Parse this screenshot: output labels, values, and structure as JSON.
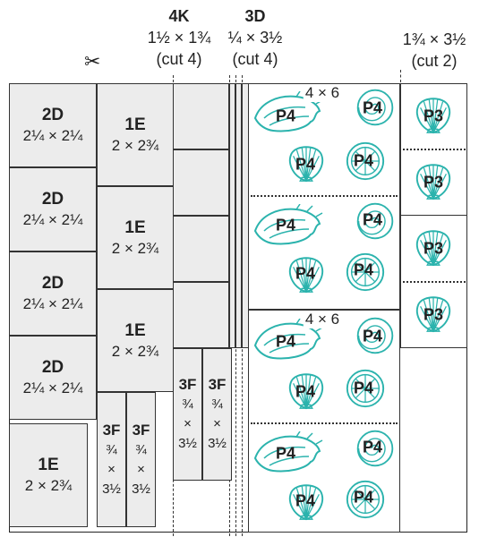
{
  "headers": [
    {
      "code": "4K",
      "size": "1½ × 1¾",
      "qty": "(cut 4)"
    },
    {
      "code": "3D",
      "size": "¼ × 3½",
      "qty": "(cut 4)"
    },
    {
      "code": "",
      "size": "1¾ × 3½",
      "qty": "(cut 2)"
    }
  ],
  "icons": {
    "cut": "scissors-icon"
  },
  "pieces": {
    "p2d_1": {
      "code": "2D",
      "size": "2¼ × 2¼"
    },
    "p2d_2": {
      "code": "2D",
      "size": "2¼ × 2¼"
    },
    "p2d_3": {
      "code": "2D",
      "size": "2¼ × 2¼"
    },
    "p2d_4": {
      "code": "2D",
      "size": "2¼ × 2¼"
    },
    "p1e_1": {
      "code": "1E",
      "size": "2 × 2¾"
    },
    "p1e_2": {
      "code": "1E",
      "size": "2 × 2¾"
    },
    "p1e_3": {
      "code": "1E",
      "size": "2 × 2¾"
    },
    "p1e_4": {
      "code": "1E",
      "size": "2 × 2¾"
    },
    "p3f_1": {
      "code": "3F",
      "line1": "¾",
      "line2": "×",
      "line3": "3½"
    },
    "p3f_2": {
      "code": "3F",
      "line1": "¾",
      "line2": "×",
      "line3": "3½"
    },
    "p3f_3": {
      "code": "3F",
      "line1": "¾",
      "line2": "×",
      "line3": "3½"
    },
    "p3f_4": {
      "code": "3F",
      "line1": "¾",
      "line2": "×",
      "line3": "3½"
    }
  },
  "panels": {
    "top": {
      "label": "4 × 6",
      "p1": "P4",
      "p2": "P4",
      "p3": "P4",
      "p4": "P4",
      "p5": "P4",
      "p6": "P4",
      "p7": "P4",
      "p8": "P4"
    },
    "bottom": {
      "label": "4 × 6",
      "p1": "P4",
      "p2": "P4",
      "p3": "P4",
      "p4": "P4",
      "p5": "P4",
      "p6": "P4",
      "p7": "P4",
      "p8": "P4"
    }
  },
  "p3": [
    "P3",
    "P3",
    "P3",
    "P3"
  ],
  "colors": {
    "motif": "#2bb3ad",
    "fabric": "#ececec",
    "line": "#333333"
  }
}
